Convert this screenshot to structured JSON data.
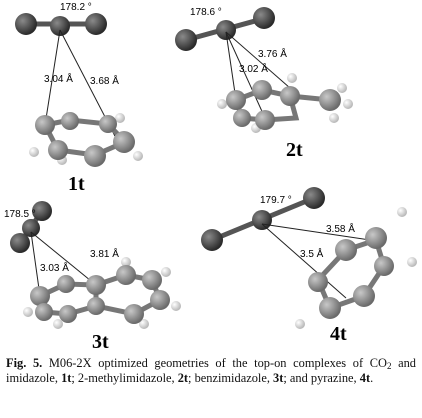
{
  "panels": [
    {
      "id": "1t",
      "angle": "178.2 °",
      "distances": [
        "3.04 Å",
        "3.68 Å"
      ]
    },
    {
      "id": "2t",
      "angle": "178.6 °",
      "distances": [
        "3.76 Å",
        "3.02 Å"
      ]
    },
    {
      "id": "3t",
      "angle": "178.5 °",
      "distances": [
        "3.81 Å",
        "3.03 Å"
      ]
    },
    {
      "id": "4t",
      "angle": "179.7 °",
      "distances": [
        "3.58 Å",
        "3.5 Å"
      ]
    }
  ],
  "caption": {
    "fig_label": "Fig. 5.",
    "text_1": " M06-2X optimized geometries of the top-on complexes of CO",
    "sub_2": "2",
    "text_2": " and imidazole, ",
    "label_1t": "1t",
    "text_3": "; 2-methylimidazole, ",
    "label_2t": "2t",
    "text_4": "; benzimidazole, ",
    "label_3t": "3t",
    "text_5": "; and pyrazine, ",
    "label_4t": "4t",
    "text_6": "."
  }
}
